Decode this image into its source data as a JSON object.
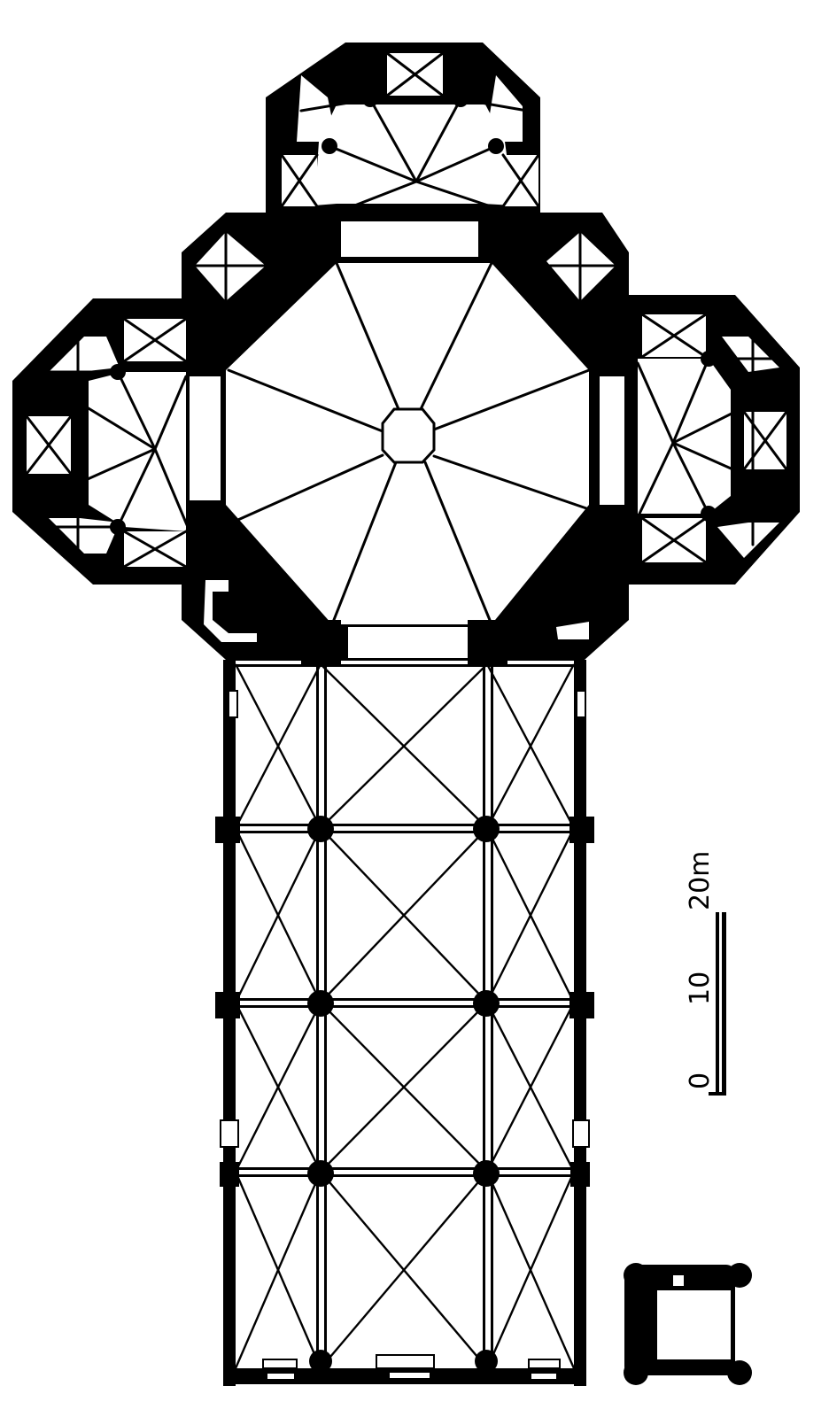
{
  "figure": {
    "title": "Cathedral ground plan",
    "type": "architectural floor plan"
  },
  "colors": {
    "ink": "#000000",
    "paper": "#ffffff"
  },
  "scale_bar": {
    "labels": [
      "0",
      "10",
      "20m"
    ],
    "unit": "m",
    "orientation": "vertical (rotated text)"
  },
  "parts": {
    "crossing": "octagonal dome with central oculus, 8 ribs",
    "apses": [
      "north apse (top)",
      "west transept apse (left)",
      "east transept apse (right)"
    ],
    "nave": "three aisles, four bays, cross-rib vaulting",
    "facade": "three portals at bottom",
    "inset": "small square tower plan (bottom right)"
  }
}
